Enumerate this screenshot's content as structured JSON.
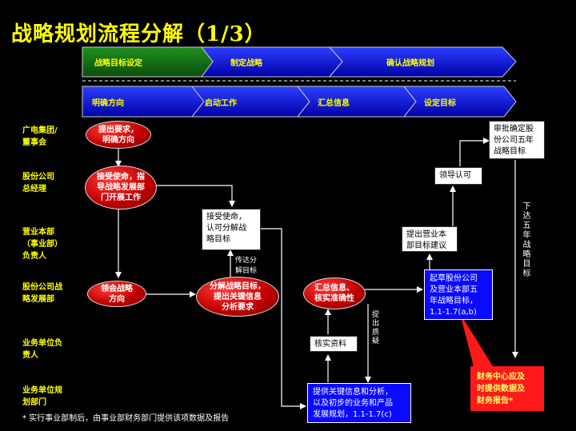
{
  "title": "战略规划流程分解（1/3）",
  "phases": [
    "战略目标设定",
    "制定战略",
    "确认战略规划"
  ],
  "steps": [
    "明确方向",
    "启动工作",
    "汇总信息",
    "设定目标"
  ],
  "lanes": [
    "广电集团/\n董事会",
    "股份公司\n总经理",
    "营业本部\n（事业部）\n负责人",
    "股份公司战\n略发展部",
    "业务单位负\n责人",
    "业务单位规\n划部门"
  ],
  "nodes": {
    "n1": "提出要求，\n明确方向",
    "n2": "接受使命，指\n导战略发展部\n门开展工作",
    "n3": "领会战略\n方向",
    "n4": "接受使命，\n认可分解战\n略目标",
    "n5": "分解战略目标，\n提出关键信息\n分析要求",
    "n6": "汇总信息、\n核实准确性",
    "n7": "核实资料",
    "n8": "提供关键信息和分析，\n以及初步的业务和产品\n发展规划，1.1-1.7(c)",
    "n9": "起草股份公司\n及营业本部五\n年战略目标，\n1.1-1.7(a,b)",
    "n10": "提出营业本\n部目标建议",
    "n11": "领导认可",
    "n12": "审批确定股\n份公司五年\n战略目标",
    "callout": "财务中心应及\n时提供数据及\n财务报告*"
  },
  "labels": {
    "pass_down": "传达分\n解目标",
    "propose_q": "提出质疑",
    "issue_targets": "下达五年战略目标"
  },
  "footnote": "* 实行事业部制后，由事业部财务部门提供该项数据及报告"
}
